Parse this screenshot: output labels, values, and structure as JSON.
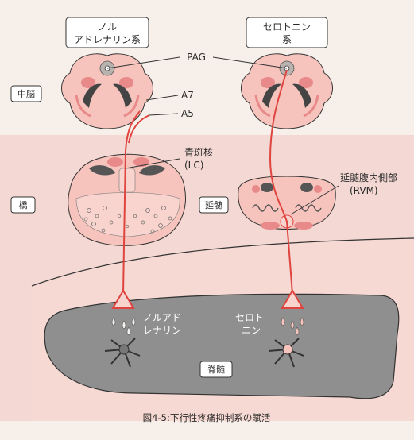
{
  "systems": {
    "noradrenaline": {
      "line1": "ノル",
      "line2": "アドレナリン系"
    },
    "serotonin": {
      "line1": "セロトニン",
      "line2": "系"
    }
  },
  "regions": {
    "midbrain": "中脳",
    "pons": "橋",
    "medulla": "延髄",
    "spinal_cord": "脊髄"
  },
  "structures": {
    "pag": "PAG",
    "a7": "A7",
    "a5": "A5",
    "lc_line1": "青斑核",
    "lc_line2": "(LC)",
    "rvm_line1": "延髄腹内側部",
    "rvm_line2": "(RVM)"
  },
  "transmitters": {
    "noradrenaline_line1": "ノルアド",
    "noradrenaline_line2": "レナリン",
    "serotonin_line1": "セロト",
    "serotonin_line2": "ニン"
  },
  "caption": "図4-5:下行性疼痛抑制系の賦活",
  "colors": {
    "pink_fill": "#f6c4bd",
    "pink_dark": "#e8898a",
    "pathway_red": "#e0443e",
    "band": "#f3d5d0",
    "cord_gray": "#8f8f8f"
  }
}
